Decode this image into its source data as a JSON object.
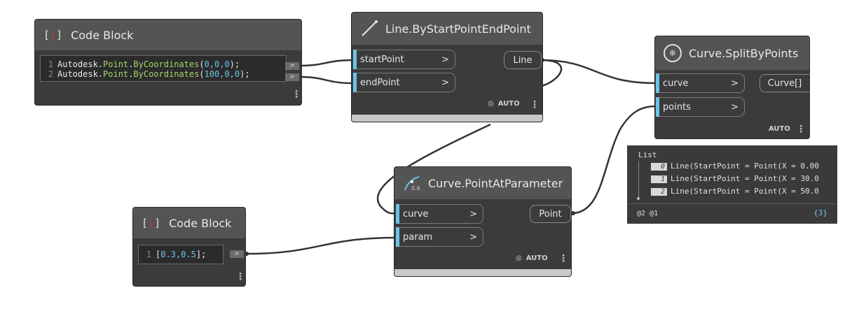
{
  "code_block_1": {
    "title": "Code Block",
    "lines": [
      {
        "n": "1",
        "cls": "Autodesk",
        "dot1": ".",
        "p": "Point",
        "dot2": ".",
        "m": "ByCoordinates",
        "o": "(",
        "args": "0,0,0",
        "c": ");"
      },
      {
        "n": "2",
        "cls": "Autodesk",
        "dot1": ".",
        "p": "Point",
        "dot2": ".",
        "m": "ByCoordinates",
        "o": "(",
        "args": "100,0,0",
        "c": ");"
      }
    ]
  },
  "code_block_2": {
    "title": "Code Block",
    "line_no": "1",
    "open": "[",
    "values": "0.3,0.5",
    "close": "];"
  },
  "line_node": {
    "title": "Line.ByStartPointEndPoint",
    "inputs": [
      "startPoint",
      "endPoint"
    ],
    "output": "Line",
    "mode": "AUTO"
  },
  "point_node": {
    "title": "Curve.PointAtParameter",
    "icon_label": "0.6",
    "inputs": [
      "curve",
      "param"
    ],
    "output": "Point",
    "mode": "AUTO"
  },
  "split_node": {
    "title": "Curve.SplitByPoints",
    "inputs": [
      "curve",
      "points"
    ],
    "output": "Curve[]",
    "mode": "AUTO"
  },
  "preview": {
    "header": "List",
    "items": [
      {
        "index": "0",
        "text": "Line(StartPoint = Point(X = 0.00"
      },
      {
        "index": "1",
        "text": "Line(StartPoint = Point(X = 30.0"
      },
      {
        "index": "2",
        "text": "Line(StartPoint = Point(X = 50.0"
      }
    ],
    "levels": "@2 @1",
    "count": "{3}"
  },
  "common": {
    "port_arrow": ">",
    "wire_color": "#3a3a3a",
    "port_accent": "#6cc3e8"
  }
}
